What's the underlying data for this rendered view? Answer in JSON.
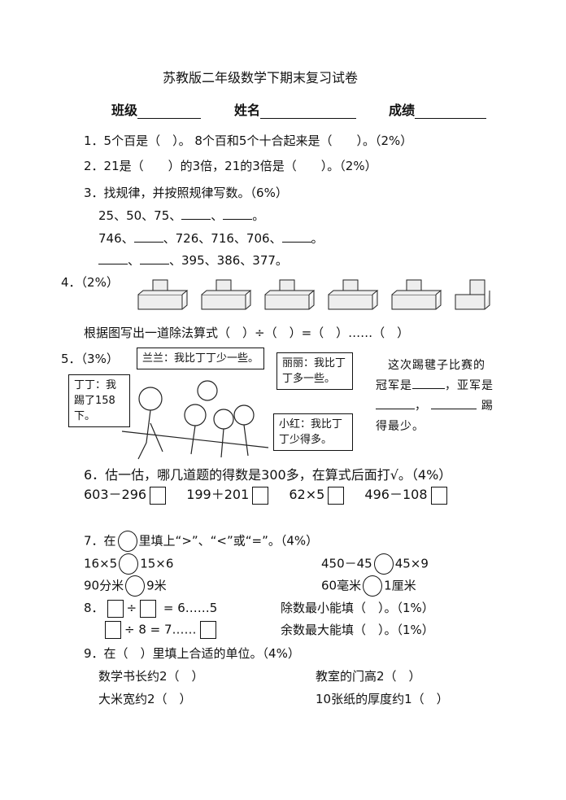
{
  "title": "苏教版二年级数学下期末复习试卷",
  "header": {
    "class_label": "班级",
    "name_label": "姓名",
    "score_label": "成绩"
  },
  "q1": "1．5个百是（　）。 8个百和5个十合起来是（　　）。（2%）",
  "q2": "2．21是（　　）的3倍，21的3倍是（　　）。（2%）",
  "q3": {
    "stem": "3．找规律，并按照规律写数。（6%）",
    "row1a": "25、50、75、",
    "row1b": "、",
    "row1c": "。",
    "row2a": "746、",
    "row2b": "、726、716、706、",
    "row2c": "。",
    "row3a": "、",
    "row3b": "、395、386、377。"
  },
  "q4": {
    "stem": "4．（2%）",
    "instruction": "根据图写出一道除法算式（　）÷（　）=（　）……（　）"
  },
  "q5": {
    "stem": "5．（3%）",
    "lanlan": "兰兰：我比丁丁少一些。",
    "dingding": "丁丁：我踢了158下。",
    "lili": "丽丽：我比丁丁多一些。",
    "xiaohong": "小红：我比丁丁少得多。",
    "answer1": "这次踢毽子比赛的冠军是",
    "answer2": "，亚军是",
    "answer3": "，",
    "answer4": "踢得最少。"
  },
  "q6": {
    "stem": "6．估一估，哪几道题的得数是300多，在算式后面打√。（4%）",
    "items": [
      "603－296",
      "199＋201",
      "62×5",
      "496－108"
    ]
  },
  "q7": {
    "stem_a": "7．在",
    "stem_b": "里填上“>”、“<”或“=”。（4%）",
    "items": [
      [
        "16×5",
        "15×6"
      ],
      [
        "450－45",
        "45×9"
      ],
      [
        "90分米",
        "9米"
      ],
      [
        "60毫米",
        "1厘米"
      ]
    ]
  },
  "q8": {
    "num": "8．",
    "row1_eq": "= 6……5",
    "row1_q": "除数最小能填（　）。（1%）",
    "row2_a": "÷ 8 = 7……",
    "row2_q": "余数最大能填（　）。（1%）"
  },
  "q9": {
    "stem": "9．在（　）里填上合适的单位。（4%）",
    "items": [
      "数学书长约2（　）",
      "教室的门高2（　）",
      "大米宽约2（　）",
      "10张纸的厚度约1（　）"
    ]
  }
}
